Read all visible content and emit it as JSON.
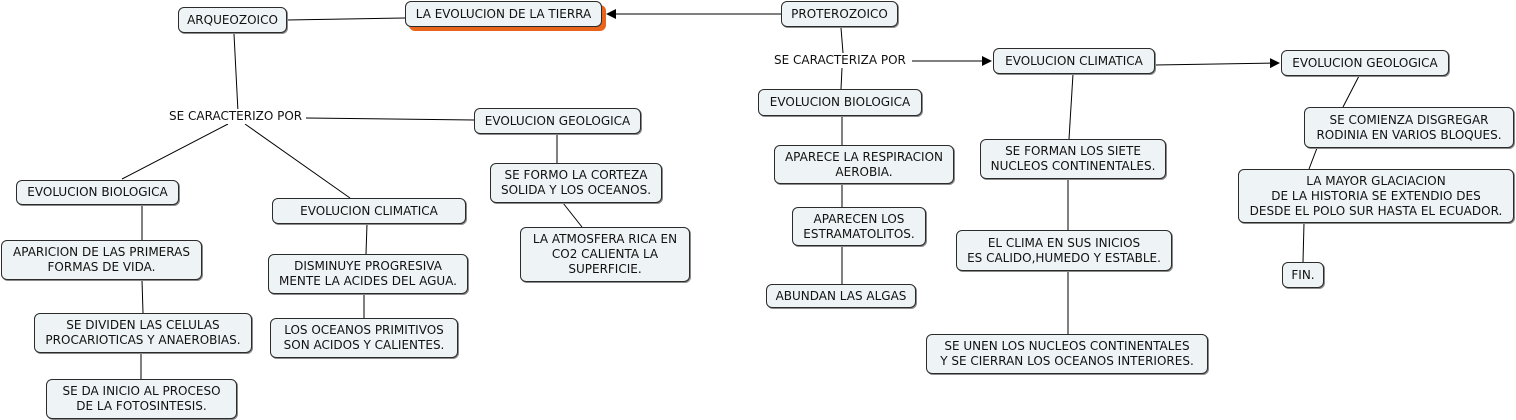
{
  "root": "LA EVOLUCION DE LA TIERRA",
  "colors": {
    "node_fill": "#eef3f6",
    "border": "#2b2b2b",
    "root_shadow": "#e8641b"
  },
  "archaeozoic": {
    "title": "ARQUEOZOICO",
    "link_label": "SE CARACTERIZO POR",
    "biological": {
      "title": "EVOLUCION BIOLOGICA",
      "items": [
        "APARICION DE LAS PRIMERAS\nFORMAS DE VIDA.",
        "SE DIVIDEN LAS CELULAS\nPROCARIOTICAS Y ANAEROBIAS.",
        "SE DA INICIO AL PROCESO\nDE LA FOTOSINTESIS."
      ]
    },
    "climatic": {
      "title": "EVOLUCION CLIMATICA",
      "items": [
        "DISMINUYE PROGRESIVA\nMENTE LA ACIDES DEL AGUA.",
        "LOS OCEANOS PRIMITIVOS\nSON ACIDOS Y CALIENTES."
      ]
    },
    "geological": {
      "title": "EVOLUCION GEOLOGICA",
      "items": [
        "SE FORMO LA CORTEZA\nSOLIDA Y LOS OCEANOS.",
        "LA ATMOSFERA RICA EN\nCO2 CALIENTA LA\nSUPERFICIE."
      ]
    }
  },
  "proterozoic": {
    "title": "PROTEROZOICO",
    "link_label": "SE CARACTERIZA POR",
    "biological": {
      "title": "EVOLUCION BIOLOGICA",
      "items": [
        "APARECE LA RESPIRACION\nAEROBIA.",
        "APARECEN LOS\nESTRAMATOLITOS.",
        "ABUNDAN LAS ALGAS"
      ]
    },
    "climatic": {
      "title": "EVOLUCION CLIMATICA",
      "items": [
        "SE FORMAN LOS SIETE\nNUCLEOS CONTINENTALES.",
        "EL CLIMA EN SUS INICIOS\nES CALIDO,HUMEDO Y ESTABLE.",
        "SE UNEN LOS NUCLEOS CONTINENTALES\nY SE CIERRAN LOS OCEANOS INTERIORES."
      ]
    },
    "geological": {
      "title": "EVOLUCION GEOLOGICA",
      "items": [
        "SE COMIENZA DISGREGAR\nRODINIA EN VARIOS BLOQUES.",
        "LA MAYOR GLACIACION\nDE LA HISTORIA SE EXTENDIO DES\nDESDE EL POLO SUR HASTA EL ECUADOR.",
        "FIN."
      ]
    }
  }
}
